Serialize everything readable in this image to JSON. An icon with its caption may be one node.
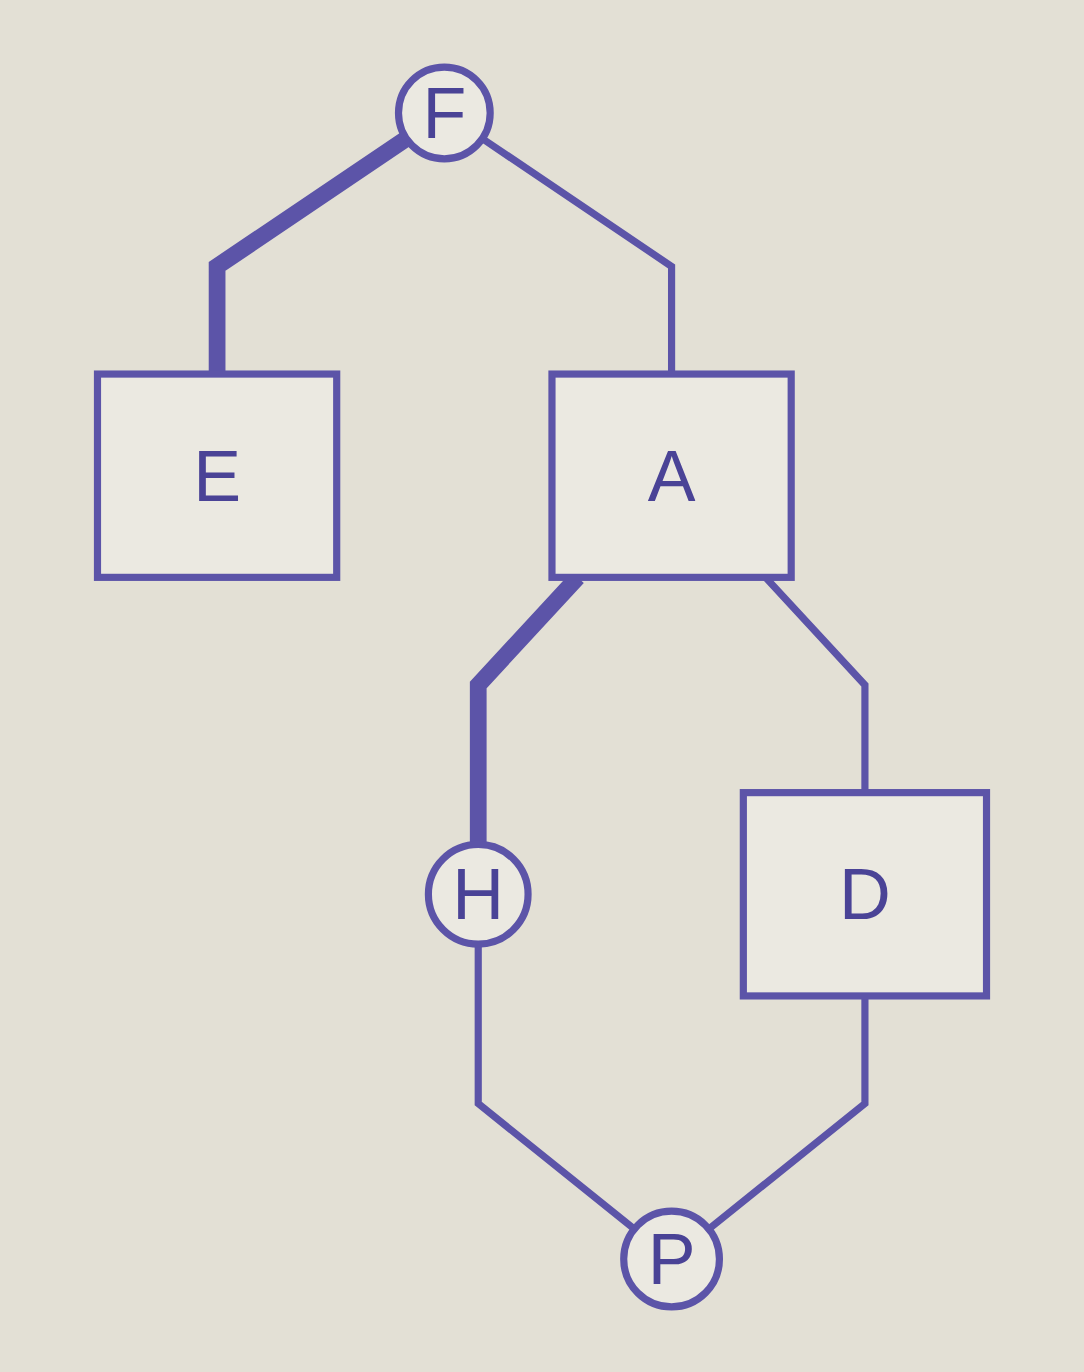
{
  "diagram": {
    "nodes": [
      {
        "text": [
          "F"
        ]
      },
      {
        "text": [
          "E"
        ]
      },
      {
        "text": [
          "A"
        ]
      },
      {
        "text": [
          "H"
        ]
      },
      {
        "text": [
          "D"
        ]
      },
      {
        "text": [
          "P"
        ]
      }
    ],
    "edges": [
      {
        "from": 0,
        "to": 1,
        "arrow": "none",
        "style": "thick"
      },
      {
        "from": 0,
        "to": 2,
        "arrow": "none"
      },
      {
        "from": 2,
        "to": 3,
        "arrow": "none",
        "style": "thick"
      },
      {
        "from": 2,
        "to": 4,
        "arrow": "none"
      },
      {
        "from": 3,
        "to": 5,
        "arrow": "none"
      },
      {
        "from": 4,
        "to": 5,
        "arrow": "none"
      }
    ]
  }
}
